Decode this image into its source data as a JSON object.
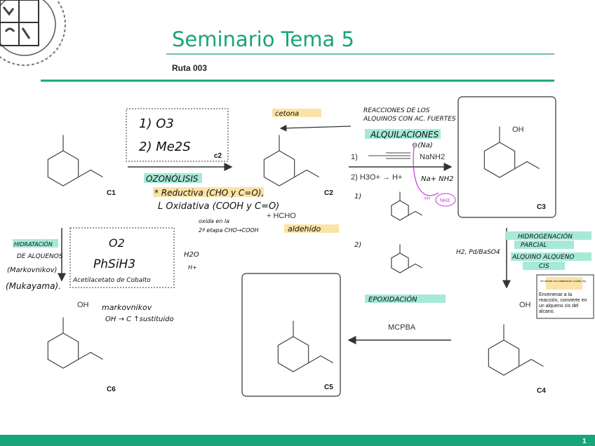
{
  "header": {
    "title": "Seminario Tema 5",
    "subtitle": "Ruta 003"
  },
  "footer": {
    "page_number": "1"
  },
  "colors": {
    "accent": "#17a57a",
    "highlight_teal": "#a6e9d7",
    "highlight_orange": "#fbe2a6",
    "annotation_purple": "#c23ad6"
  },
  "compounds": {
    "c1": "C1",
    "c2": "C2",
    "c3": "C3",
    "c4": "C4",
    "c5": "C5",
    "c6": "C6",
    "c2_box": "c2"
  },
  "step1": {
    "reagent1": "1) O3",
    "reagent2": "2) Me2S",
    "name": "OZONÓLISIS",
    "reductive": "* Reductiva (CHO y C=O),",
    "oxidative": "L Oxidativa (COOH y C=O)",
    "note1": "oxida en la",
    "note2": "2ª etapa CHO→COOH",
    "byproduct": "+ HCHO",
    "byproduct_label": "aldehído",
    "c2_label": "cetona"
  },
  "step2": {
    "heading1": "REACCIONES DE LOS",
    "heading2": "ALQUINOS CON AC. FUERTES",
    "name": "ALQUILACIONES",
    "reagent1_num": "1)",
    "reagent1": "NaNH2",
    "reagent2": "2) H3O+ → H+",
    "anion": "⊖(Na)",
    "ions": "Na+ NH2",
    "purple1": "H+",
    "purple2": "NH3",
    "intermediate1_num": "1)",
    "intermediate2_num": "2)"
  },
  "step3": {
    "reagent": "H2, Pd/BaSO4",
    "name1": "HIDROGENACIÓN",
    "name2": "PARCIAL",
    "name3": "ALQUINO ALQUENO",
    "name4": "CIS",
    "note_title": "Se añade con catalizador Lindlar (N)",
    "note_body": "Envenenar a la reacción, convierte en un alqueno cis del alcano."
  },
  "step4": {
    "reagent": "MCPBA",
    "name": "EPOXIDACIÓN"
  },
  "step5": {
    "reagent1": "O2",
    "reagent2": "PhSiH3",
    "reagent3": "Acetilacetato de Cobalto",
    "alt1": "H2O",
    "alt2": "H+",
    "name1": "HIDRATACIÓN",
    "name2": "DE ALQUENOS",
    "name3": "(Markovnikov)",
    "name4": "(Mukayama).",
    "note1": "markovnikov",
    "note2": "OH → C ↑sustituido"
  },
  "labels": {
    "oh": "OH"
  }
}
